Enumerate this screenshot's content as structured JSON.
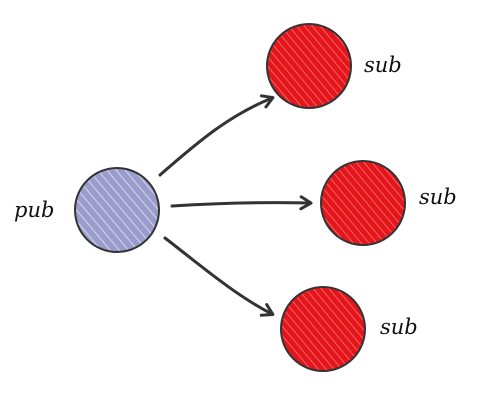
{
  "diagram": {
    "publisher": {
      "label": "pub",
      "fill": "#9a9ccb",
      "hatch": "#e4e5f5"
    },
    "subscribers": [
      {
        "label": "sub",
        "fill": "#e4161c",
        "hatch": "#ff8a8a"
      },
      {
        "label": "sub",
        "fill": "#e4161c",
        "hatch": "#ff8a8a"
      },
      {
        "label": "sub",
        "fill": "#e4161c",
        "hatch": "#ff8a8a"
      }
    ],
    "edges": [
      {
        "from": "pub",
        "to": "sub-1"
      },
      {
        "from": "pub",
        "to": "sub-2"
      },
      {
        "from": "pub",
        "to": "sub-3"
      }
    ],
    "colors": {
      "stroke": "#333333",
      "text": "#111111",
      "background": "#ffffff"
    }
  }
}
